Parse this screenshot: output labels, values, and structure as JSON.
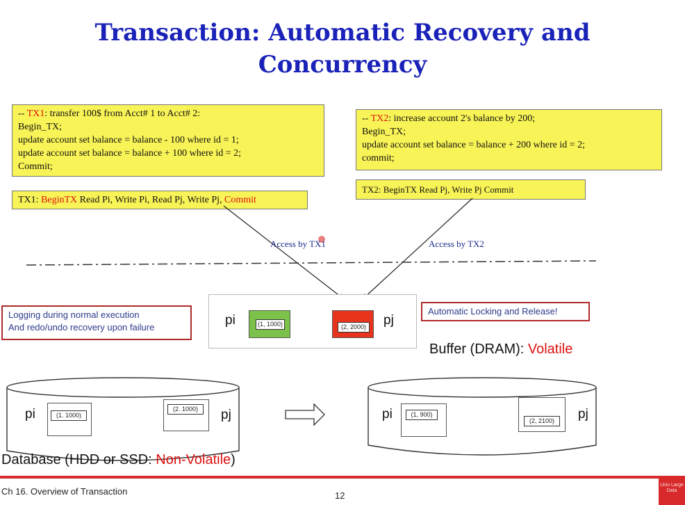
{
  "title": {
    "line1": "Transaction: Automatic Recovery and",
    "line2": "Concurrency"
  },
  "tx1": {
    "comment_prefix": "-- ",
    "name": "TX1",
    "comment_rest": ": transfer 100$ from Acct# 1 to Acct# 2:",
    "lines": [
      "Begin_TX;",
      "update account set balance = balance - 100 where id = 1;",
      "update account set balance = balance + 100 where id = 2;",
      "Commit;"
    ],
    "ops_prefix": "TX1:  ",
    "ops_begin": "BeginTX",
    "ops_middle": " Read Pi, Write Pi, Read Pj, Write Pj, ",
    "ops_commit": "Commit"
  },
  "tx2": {
    "comment_prefix": "-- ",
    "name": "TX2",
    "comment_rest": ": increase account 2's balance by 200;",
    "lines": [
      "Begin_TX;",
      "update account set balance = balance + 200 where id = 2;",
      "commit;"
    ],
    "ops": "TX2: BeginTX  Read Pj, Write Pj   Commit"
  },
  "access": {
    "tx1": "Access by TX1",
    "tx2": "Access by TX2"
  },
  "logging_box": {
    "line1": "Logging during normal execution",
    "line2": "And redo/undo recovery upon failure"
  },
  "locking_box": "Automatic Locking and Release!",
  "buffer": {
    "pi_label": "pi",
    "pj_label": "pj",
    "pi_value": "(1, 1000)",
    "pj_value": "(2, 2000)",
    "caption_prefix": "Buffer (DRAM): ",
    "caption_highlight": "Volatile",
    "pi_color": "#7cc14a",
    "pj_color": "#e8341c"
  },
  "db_before": {
    "pi_label": "pi",
    "pj_label": "pj",
    "pi_value": "(1. 1000)",
    "pj_value": "(2. 1000)"
  },
  "db_after": {
    "pi_label": "pi",
    "pj_label": "pj",
    "pi_value": "(1, 900)",
    "pj_value": "(2, 2100)"
  },
  "database_caption": {
    "prefix": "Database (HDD or SSD: ",
    "highlight": "Non-Volatile",
    "suffix": ")"
  },
  "footer": {
    "chapter": "Ch 16. Overview of Transaction",
    "page": "12",
    "logo": "Univ Large Data"
  }
}
